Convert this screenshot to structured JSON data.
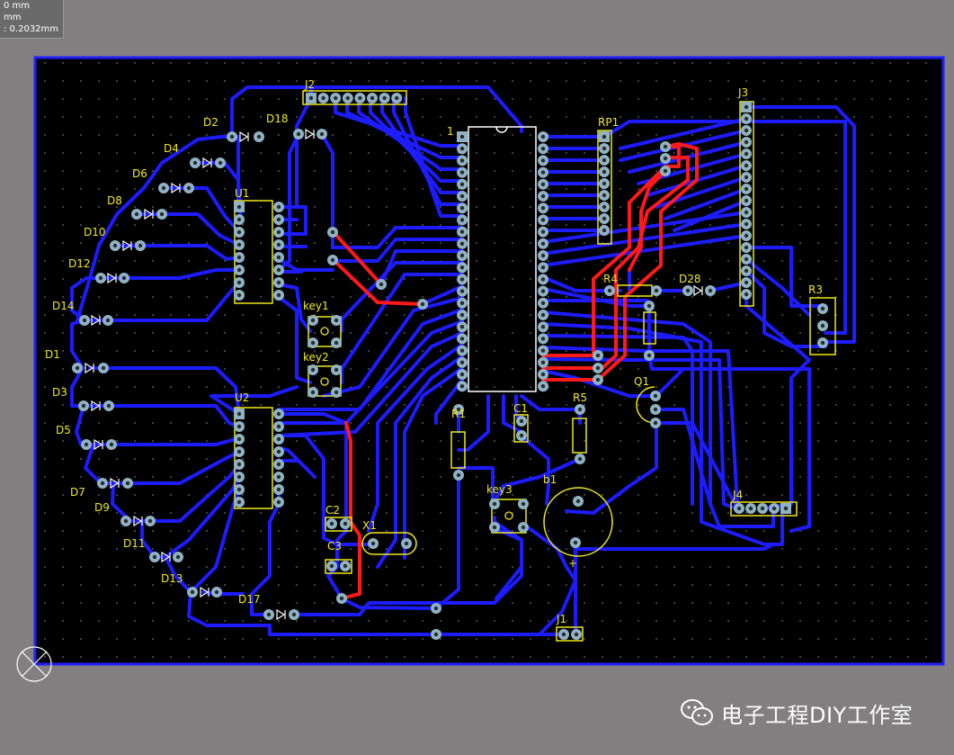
{
  "status": {
    "line1": "0 mm",
    "line2": "mm",
    "line3": ": 0.2032mm"
  },
  "components": {
    "J2": "J2",
    "J3": "J3",
    "J4": "J4",
    "J1": "J1",
    "U1": "U1",
    "U2": "U2",
    "RP1": "RP1",
    "R1": "R1",
    "R3": "R3",
    "R4": "R4",
    "R5": "R5",
    "C1": "C1",
    "C2": "C2",
    "C3": "C3",
    "X1": "X1",
    "Q1": "Q1",
    "b1": "b1",
    "key1": "key1",
    "key2": "key2",
    "key3": "key3",
    "pin1": "1",
    "plus": "+",
    "D1": "D1",
    "D2": "D2",
    "D3": "D3",
    "D4": "D4",
    "D5": "D5",
    "D6": "D6",
    "D7": "D7",
    "D8": "D8",
    "D9": "D9",
    "D10": "D10",
    "D11": "D11",
    "D12": "D12",
    "D13": "D13",
    "D14": "D14",
    "D17": "D17",
    "D18": "D18",
    "D28": "D28"
  },
  "watermark": {
    "text": "电子工程DIY工作室",
    "icon": "wechat-icon"
  },
  "colors": {
    "background": "#817f7f",
    "board": "#000000",
    "outline": "#1f1fff",
    "trace_bottom": "#1c1cff",
    "trace_top": "#ff1a1a",
    "silkscreen": "#f0e81a",
    "pad": "#8fb3c4"
  }
}
